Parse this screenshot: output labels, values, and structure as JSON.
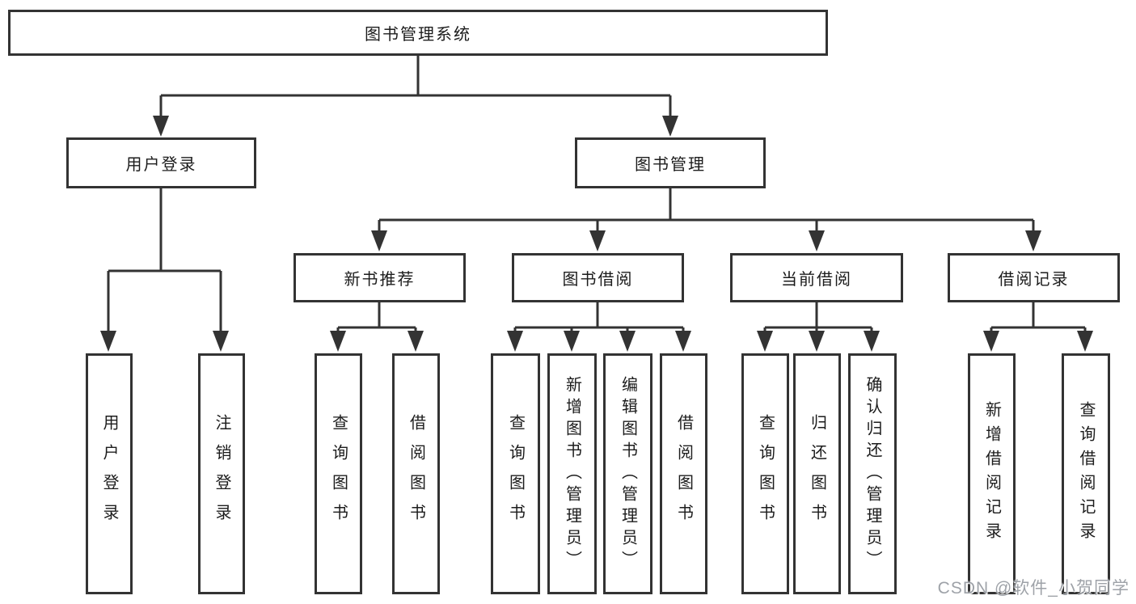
{
  "diagram": {
    "root": {
      "label": "图书管理系统"
    },
    "branches": [
      {
        "label": "用户登录"
      },
      {
        "label": "图书管理"
      }
    ],
    "modules": [
      {
        "label": "新书推荐"
      },
      {
        "label": "图书借阅"
      },
      {
        "label": "当前借阅"
      },
      {
        "label": "借阅记录"
      }
    ],
    "leaves": [
      {
        "label": "用户登录"
      },
      {
        "label": "注销登录"
      },
      {
        "label": "查询图书"
      },
      {
        "label": "借阅图书"
      },
      {
        "label": "查询图书"
      },
      {
        "label": "新增图书（管理员）"
      },
      {
        "label": "编辑图书（管理员）"
      },
      {
        "label": "借阅图书"
      },
      {
        "label": "查询图书"
      },
      {
        "label": "归还图书"
      },
      {
        "label": "确认归还（管理员）"
      },
      {
        "label": "新增借阅记录"
      },
      {
        "label": "查询借阅记录"
      }
    ]
  },
  "watermark": {
    "label": "CSDN @软件_小贺同学"
  },
  "colors": {
    "line": "#333333",
    "text": "#1c1c1c",
    "background": "#ffffff",
    "watermark": "#94989e"
  }
}
